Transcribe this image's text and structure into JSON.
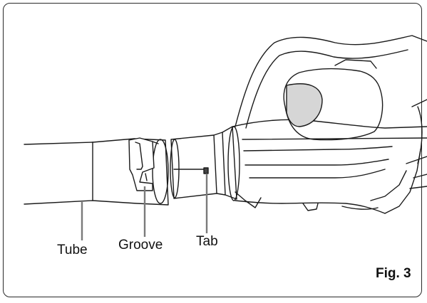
{
  "figure": {
    "label": "Fig. 3",
    "callouts": {
      "tube": "Tube",
      "groove": "Groove",
      "tab": "Tab"
    }
  },
  "colors": {
    "ink": "#1a1a1a",
    "frame": "#2a2a2a",
    "callout_line": "#7a7a7a",
    "shade": "#d6d6d6"
  }
}
